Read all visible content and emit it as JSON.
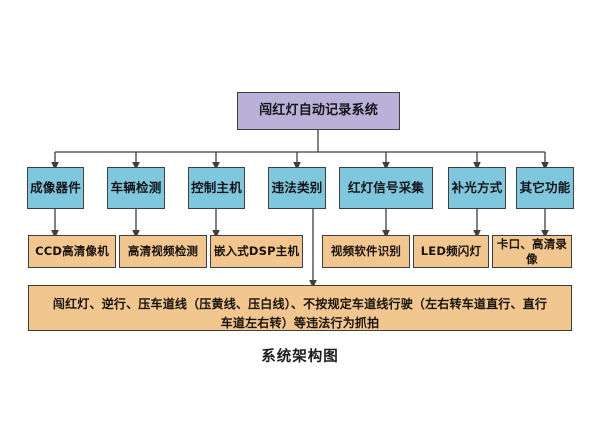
{
  "diagram": {
    "caption": "系统架构图",
    "colors": {
      "root_fill": "#b9b1d8",
      "category_fill": "#7fc7dc",
      "implementation_fill": "#f2c68f",
      "border": "#3f3f42",
      "background": "#ffffff"
    },
    "root": {
      "label": "闯红灯自动记录系统"
    },
    "categories": [
      {
        "label": "成像器件"
      },
      {
        "label": "车辆检测"
      },
      {
        "label": "控制主机"
      },
      {
        "label": "违法类别"
      },
      {
        "label": "红灯信号采集"
      },
      {
        "label": "补光方式"
      },
      {
        "label": "其它功能"
      }
    ],
    "implementations": [
      {
        "label": "CCD高清像机"
      },
      {
        "label": "高清视频检测"
      },
      {
        "label": "嵌入式DSP主机"
      },
      {
        "label": "视频软件识别"
      },
      {
        "label": "LED频闪灯"
      },
      {
        "label": "卡口、高清录像"
      }
    ],
    "detail": {
      "line1": "闯红灯、逆行、压车道线（压黄线、压白线）、不按规定车道线行驶（左右转车道直行、直行",
      "line2": "车道左右转）等违法行为抓拍"
    }
  }
}
